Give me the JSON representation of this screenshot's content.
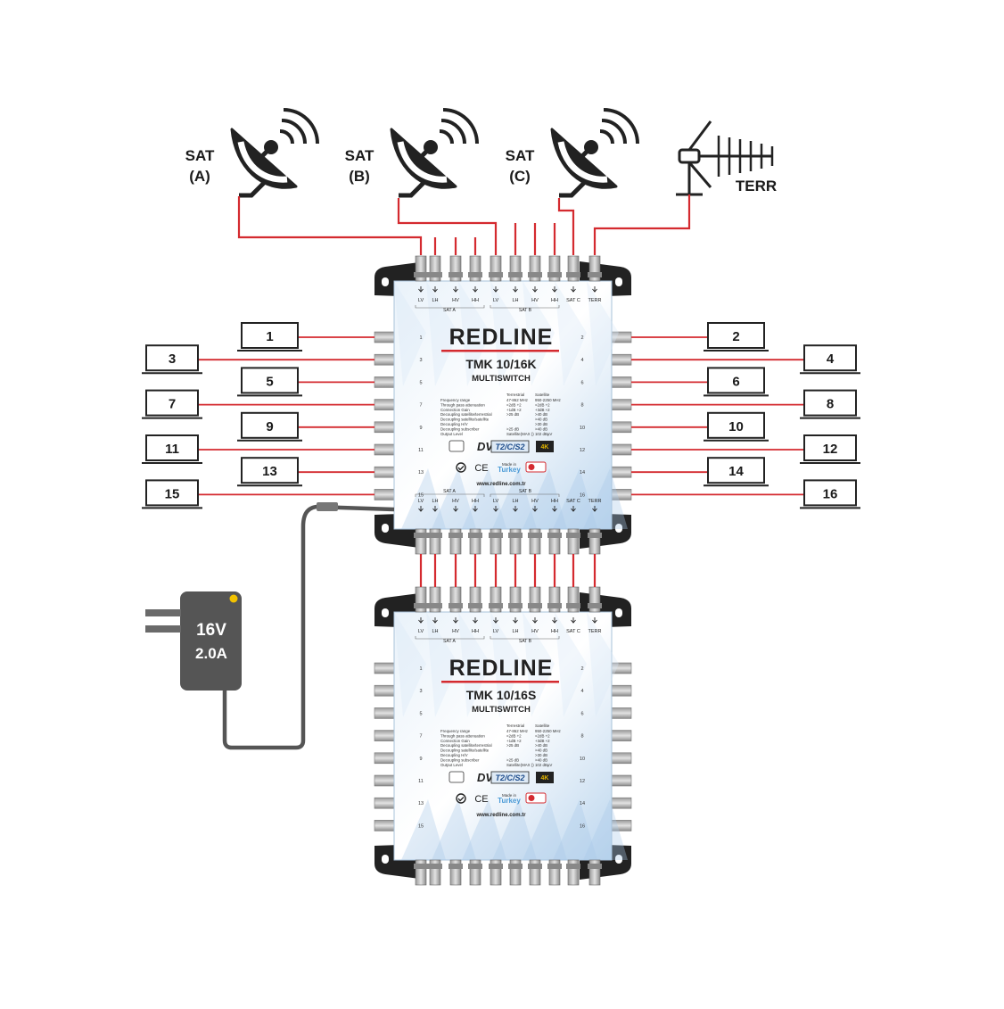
{
  "antennas": {
    "sat_a": [
      "SAT",
      "(A)"
    ],
    "sat_b": [
      "SAT",
      "(B)"
    ],
    "sat_c": [
      "SAT",
      "(C)"
    ],
    "terr": "TERR"
  },
  "port_labels": {
    "sat_a": [
      "LV",
      "LH",
      "HV",
      "HH"
    ],
    "sat_b": [
      "LV",
      "LH",
      "HV",
      "HH"
    ],
    "sat_c": "SAT C",
    "terr": "TERR",
    "group_a": "SAT A",
    "group_b": "SAT B"
  },
  "devices": [
    {
      "brand": "REDLINE",
      "model": "TMK 10/16K",
      "type": "MULTISWITCH",
      "website": "www.redline.com.tr",
      "made_in": "Made in",
      "country": "Turkey",
      "spec_headers": [
        "Terrestrial",
        "Satellite"
      ],
      "specs": [
        [
          "Frequency range",
          "47-862 MHz",
          "950-2250 MHz"
        ],
        [
          "Through pass attenuation",
          "<2dB +2",
          "<2dB +2"
        ],
        [
          "Connection Gain",
          "+1dB +2",
          "+3dB +2"
        ],
        [
          "Decoupling satellite/terrestrial",
          ">25 dB",
          ">40 dB"
        ],
        [
          "Decoupling satellite/satellite",
          "",
          ">40 dB"
        ],
        [
          "Decoupling H/V",
          "",
          ">30 dB"
        ],
        [
          "Decoupling subscriber",
          ">25 dB",
          ">40 dB"
        ],
        [
          "Output Level",
          "Satellite(MAX )) 102 dBµV",
          ""
        ]
      ]
    },
    {
      "brand": "REDLINE",
      "model": "TMK 10/16S",
      "type": "MULTISWITCH",
      "website": "www.redline.com.tr",
      "made_in": "Made in",
      "country": "Turkey",
      "spec_headers": [
        "Terrestrial",
        "Satellite"
      ],
      "specs": [
        [
          "Frequency range",
          "47-862 MHz",
          "950-2250 MHz"
        ],
        [
          "Through pass attenuation",
          "<2dB +2",
          "<2dB +2"
        ],
        [
          "Connection Gain",
          "+1dB +2",
          "+3dB +2"
        ],
        [
          "Decoupling satellite/terrestrial",
          ">25 dB",
          ">40 dB"
        ],
        [
          "Decoupling satellite/satellite",
          "",
          ">40 dB"
        ],
        [
          "Decoupling H/V",
          "",
          ">30 dB"
        ],
        [
          "Decoupling subscriber",
          ">25 dB",
          ">40 dB"
        ],
        [
          "Output Level",
          "Satellite(MAX )) 102 dBµV",
          ""
        ]
      ]
    }
  ],
  "badges": {
    "dvb": "DVB",
    "dvb_std": "T2/C/S2",
    "fourk": "4K"
  },
  "outputs_left": [
    "1",
    "3",
    "5",
    "7",
    "9",
    "11",
    "13",
    "15"
  ],
  "outputs_right": [
    "2",
    "4",
    "6",
    "8",
    "10",
    "12",
    "14",
    "16"
  ],
  "power_supply": {
    "voltage": "16V",
    "current": "2.0A"
  },
  "colors": {
    "cable": "#d42a2f",
    "device_dark": "#222222",
    "panel_blue": "#cfe1f1",
    "text": "#1a1a1a"
  }
}
